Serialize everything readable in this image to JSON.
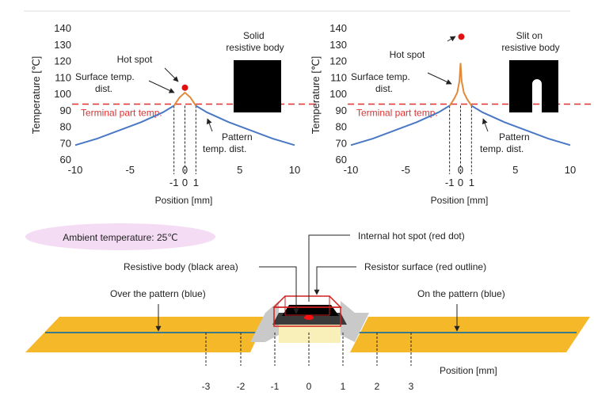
{
  "chart_data": [
    {
      "type": "line",
      "xlabel": "Position [mm]",
      "ylabel": "Temperature [℃]",
      "xlim": [
        -10,
        10
      ],
      "ylim": [
        60,
        140
      ],
      "xticks": [
        "-10",
        "-5",
        "0",
        "5",
        "10"
      ],
      "xticks_extra": [
        "-1",
        "0",
        "1"
      ],
      "yticks": [
        "60",
        "70",
        "80",
        "90",
        "100",
        "110",
        "120",
        "130",
        "140"
      ],
      "series": [
        {
          "name": "Pattern temp. dist.",
          "color": "#4a78c4",
          "x": [
            -10,
            -8,
            -6,
            -4,
            -2,
            -1
          ],
          "y": [
            69,
            73,
            78,
            83,
            89,
            93
          ]
        },
        {
          "name": "Pattern temp. dist. right",
          "color": "#4a78c4",
          "x": [
            1,
            2,
            4,
            6,
            8,
            10
          ],
          "y": [
            93,
            89,
            83,
            78,
            73,
            69
          ]
        },
        {
          "name": "Surface temp. dist.",
          "color": "#e08a3a",
          "x": [
            -1,
            -0.5,
            0,
            0.5,
            1
          ],
          "y": [
            93,
            98,
            101,
            98,
            93
          ]
        }
      ],
      "reference_line": {
        "label": "Terminal part temp.",
        "y": 94,
        "color": "#e03030"
      },
      "hot_spot": {
        "label": "Hot spot",
        "x": 0,
        "y": 104,
        "color": "#e01010"
      },
      "annotations": {
        "surface": "Surface temp.\ndist.",
        "pattern": "Pattern\ntemp. dist.",
        "body": "Solid\nresistive body"
      }
    },
    {
      "type": "line",
      "xlabel": "Position [mm]",
      "ylabel": "Temperature [℃]",
      "xlim": [
        -10,
        10
      ],
      "ylim": [
        60,
        140
      ],
      "xticks": [
        "-10",
        "-5",
        "0",
        "5",
        "10"
      ],
      "xticks_extra": [
        "-1",
        "0",
        "1"
      ],
      "yticks": [
        "60",
        "70",
        "80",
        "90",
        "100",
        "110",
        "120",
        "130",
        "140"
      ],
      "series": [
        {
          "name": "Pattern temp. dist.",
          "color": "#4a78c4",
          "x": [
            -10,
            -8,
            -6,
            -4,
            -2,
            -1
          ],
          "y": [
            69,
            73,
            78,
            83,
            89,
            93
          ]
        },
        {
          "name": "Pattern temp. dist. right",
          "color": "#4a78c4",
          "x": [
            1,
            2,
            4,
            6,
            8,
            10
          ],
          "y": [
            93,
            89,
            83,
            78,
            73,
            69
          ]
        },
        {
          "name": "Surface temp. dist.",
          "color": "#e08a3a",
          "x": [
            -1,
            -0.6,
            -0.3,
            -0.1,
            0,
            0.1,
            0.3,
            0.6,
            1
          ],
          "y": [
            93,
            97,
            101,
            108,
            119,
            108,
            101,
            97,
            93
          ]
        }
      ],
      "reference_line": {
        "label": "Terminal part temp.",
        "y": 94,
        "color": "#e03030"
      },
      "hot_spot": {
        "label": "Hot spot",
        "x": 0,
        "y": 135,
        "color": "#e01010"
      },
      "annotations": {
        "surface": "Surface temp.\ndist.",
        "pattern": "Pattern\ntemp. dist.",
        "body": "Slit on\nresistive body"
      }
    }
  ],
  "diagram": {
    "ambient_label": "Ambient temperature: 25℃",
    "internal_hot_spot": "Internal hot spot (red dot)",
    "resistive_body": "Resistive body (black area)",
    "resistor_surface": "Resistor surface (red outline)",
    "over_pattern": "Over the pattern (blue)",
    "on_pattern": "On the pattern (blue)",
    "position_label": "Position [mm]",
    "positions": [
      "-3",
      "-2",
      "-1",
      "0",
      "1",
      "2",
      "3"
    ]
  },
  "colors": {
    "copper": "#f4b829",
    "pattern_line": "#3a7a8a",
    "ambient_fill": "#f4dcf4"
  }
}
